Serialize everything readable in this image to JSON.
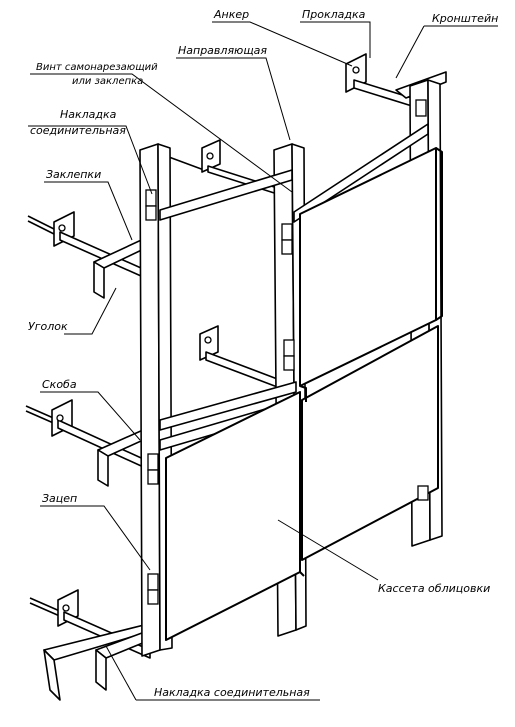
{
  "diagram": {
    "labels": {
      "anchor": "Анкер",
      "gasket": "Прокладка",
      "bracket": "Кронштейн",
      "screw": "Винт самонарезающий",
      "screw2": "или заклепка",
      "guide": "Направляющая",
      "overlay_top": "Накладка",
      "overlay_top2": "соединительная",
      "rivets": "Заклепки",
      "angle": "Уголок",
      "clip": "Скоба",
      "hook": "Зацеп",
      "cassette": "Кассета облицовки",
      "overlay_bottom": "Накладка соединительная"
    }
  }
}
